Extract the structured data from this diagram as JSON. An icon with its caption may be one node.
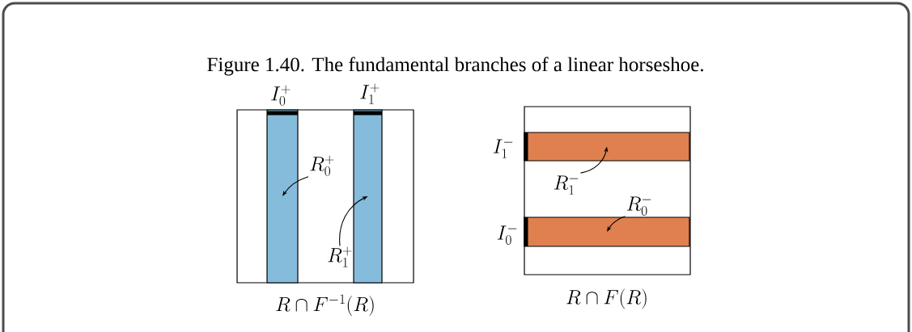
{
  "diagram": {
    "caption": "Figure 1.40. The fundamental branches of a linear horseshoe.",
    "nodes": [
      {
        "text": [],
        "shape": "box",
        "beside": [
          "R \\cap F^{-1}(R)"
        ]
      },
      {
        "text": [],
        "shape": "bar",
        "in": 0,
        "beside": [
          "I_0^+"
        ]
      },
      {
        "text": [],
        "shape": "bar",
        "in": 0,
        "beside": [
          "I_1^+"
        ]
      },
      {
        "text": [
          "R_0^+"
        ],
        "in": 0
      },
      {
        "text": [
          "R_1^+"
        ],
        "in": 0
      },
      {
        "text": [],
        "shape": "box",
        "beside": [
          "R \\cap F(R)"
        ]
      },
      {
        "text": [],
        "shape": "bar",
        "in": 5,
        "beside": [
          "I_1^-"
        ]
      },
      {
        "text": [
          "R_1^-"
        ],
        "in": 5
      },
      {
        "text": [
          "R_0^-"
        ],
        "in": 5
      },
      {
        "text": [],
        "shape": "bar",
        "in": 5,
        "beside": [
          "I_0^-"
        ]
      }
    ],
    "edges": [
      {
        "from": 3,
        "to": 1,
        "arrow": "to"
      },
      {
        "from": 4,
        "to": 2,
        "arrow": "to"
      },
      {
        "from": 7,
        "to": 6,
        "arrow": "to"
      },
      {
        "from": 8,
        "to": 9,
        "arrow": "to"
      }
    ]
  }
}
